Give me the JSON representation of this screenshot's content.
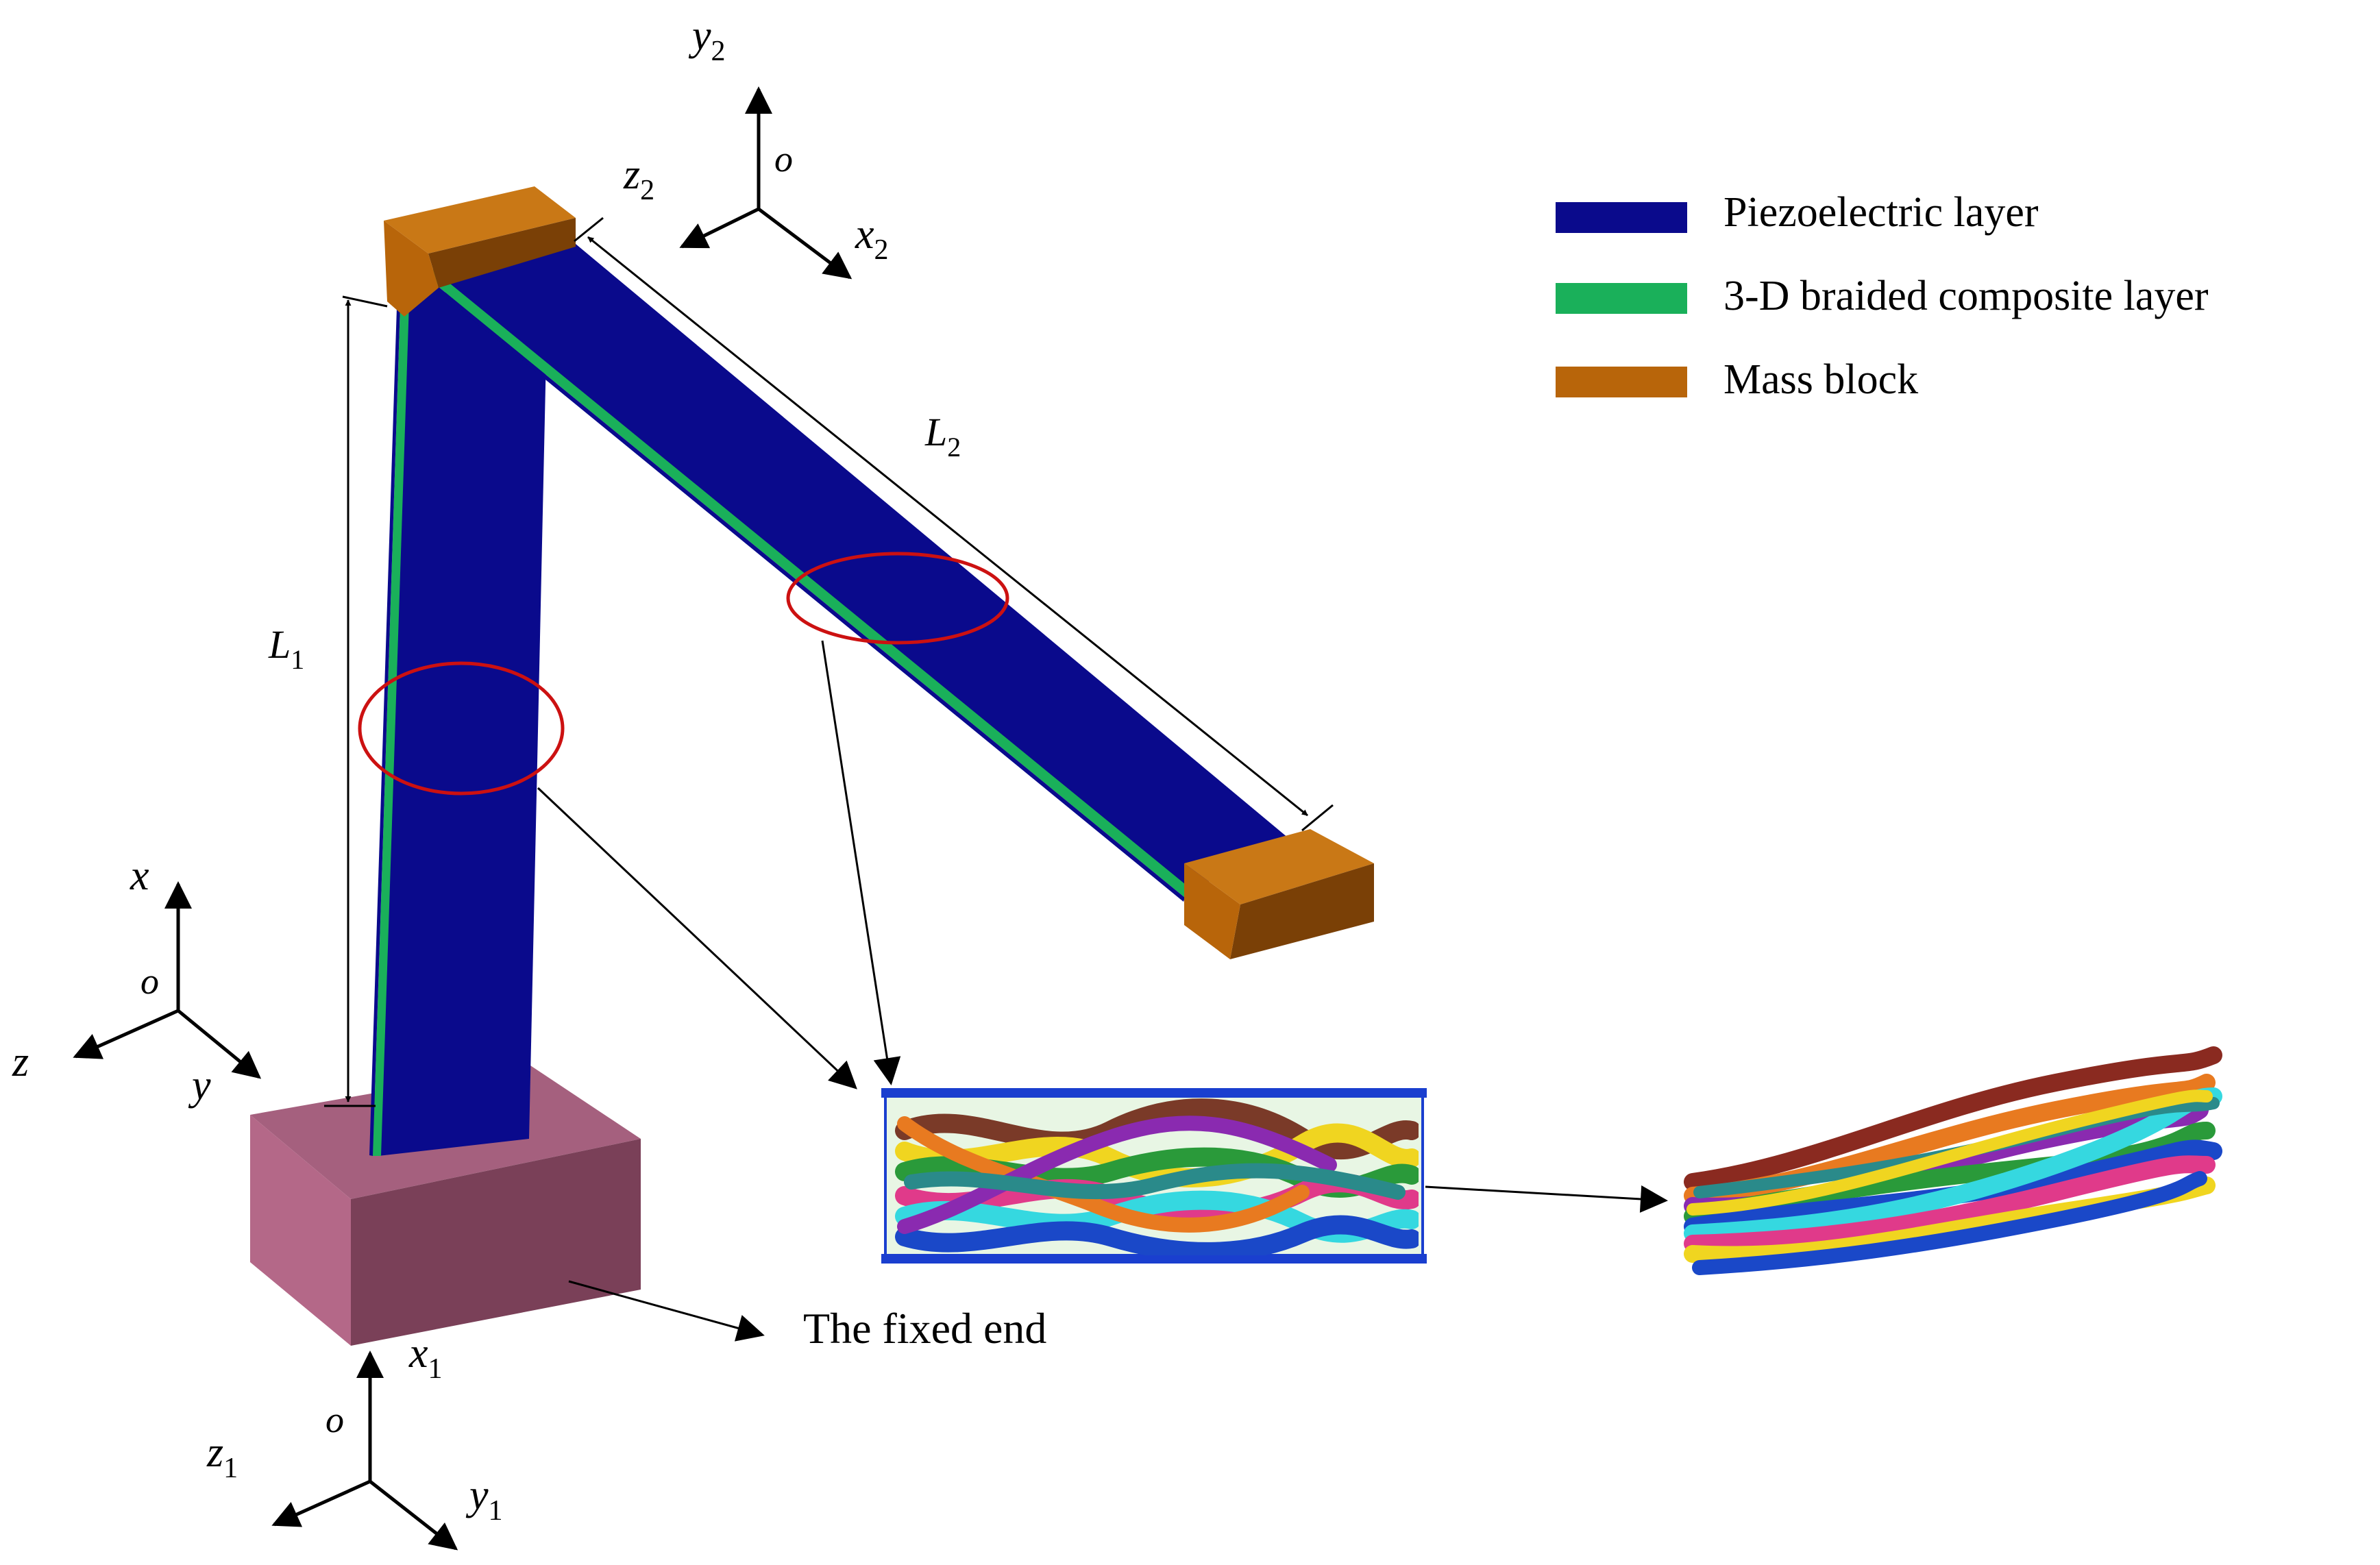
{
  "legend": {
    "items": [
      {
        "label": "Piezoelectric layer",
        "color": "#0a0a8c"
      },
      {
        "label": "3-D braided composite layer",
        "color": "#1ab05a"
      },
      {
        "label": "Mass block",
        "color": "#b8650a"
      }
    ]
  },
  "dimensions": {
    "L1": {
      "base": "L",
      "sub": "1"
    },
    "L2": {
      "base": "L",
      "sub": "2"
    }
  },
  "axes_top": {
    "y": "y",
    "y_sub": "2",
    "z": "z",
    "z_sub": "2",
    "x": "x",
    "x_sub": "2",
    "o": "o"
  },
  "axes_left": {
    "x": "x",
    "z": "z",
    "y": "y",
    "o": "o"
  },
  "axes_bottom": {
    "x": "x",
    "x_sub": "1",
    "z": "z",
    "z_sub": "1",
    "y": "y",
    "y_sub": "1",
    "o": "o"
  },
  "annotations": {
    "fixed_end": "The fixed end"
  },
  "colors": {
    "piezo": "#0a0a8c",
    "composite": "#1ab05a",
    "mass_front": "#b8650a",
    "mass_top": "#c97816",
    "mass_side": "#7a4006",
    "base_front": "#7a4058",
    "base_top": "#a5607e",
    "base_side": "#b46888",
    "highlight_ring": "#cc1111"
  },
  "icons": [
    "arrow-icon",
    "highlight-ellipse-icon"
  ]
}
